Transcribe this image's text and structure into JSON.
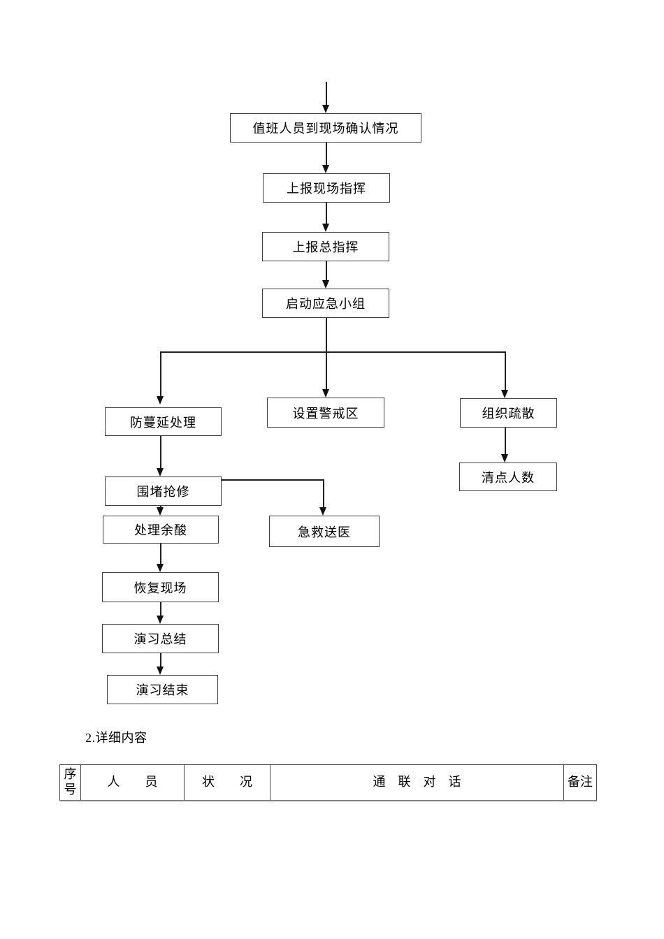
{
  "flowchart": {
    "nodes": {
      "confirm": "值班人员到现场确认情况",
      "report_site_command": "上报现场指挥",
      "report_chief_command": "上报总指挥",
      "activate_team": "启动应急小组",
      "prevent_spread": "防蔓延处理",
      "set_cordon": "设置警戒区",
      "organize_evacuation": "组织疏散",
      "contain_repair": "围堵抢修",
      "treat_residual_acid": "处理余酸",
      "first_aid_hospital": "急救送医",
      "count_people": "清点人数",
      "restore_site": "恢复现场",
      "drill_summary": "演习总结",
      "drill_end": "演习结束"
    }
  },
  "section": {
    "heading": "2.详细内容"
  },
  "table": {
    "headers": [
      "序号",
      "人　　员",
      "状　　况",
      "通　联　对　话",
      "备注"
    ]
  },
  "colors": {
    "background": "#ffffff",
    "text": "#000000",
    "line": "#1f1f1f",
    "box_border": "#3f3f3f",
    "table_border": "#4a4a4a",
    "table_bottom_border": "#808080"
  }
}
